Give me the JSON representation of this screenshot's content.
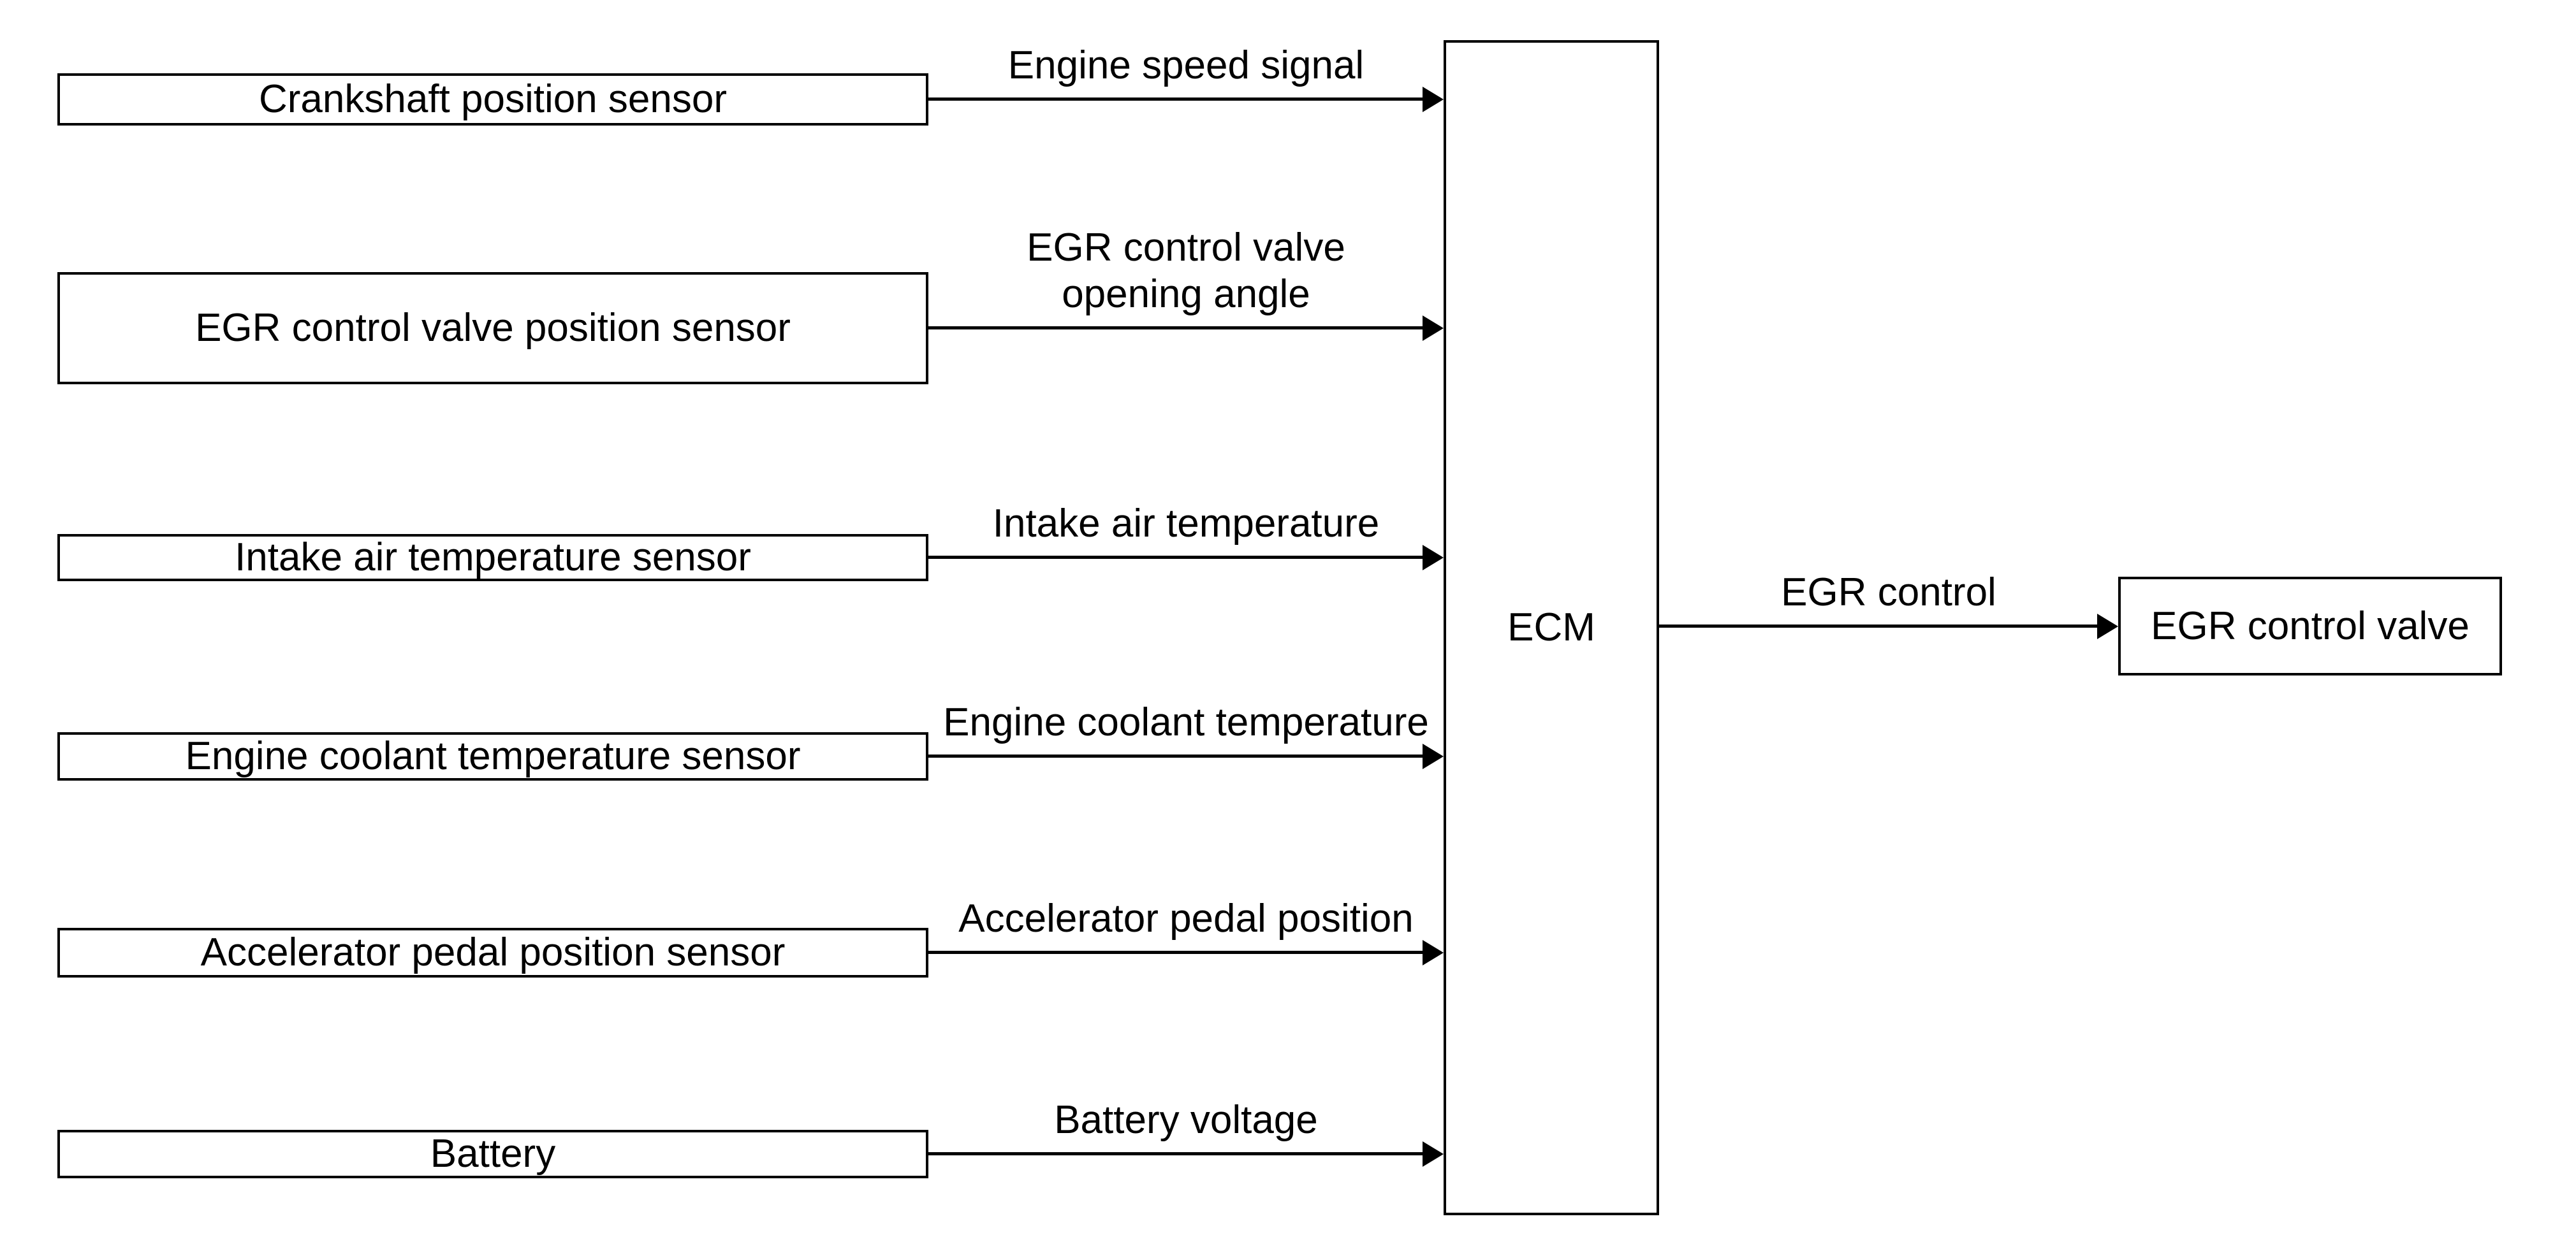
{
  "diagram": {
    "background_color": "#ffffff",
    "line_color": "#000000",
    "ecm": {
      "label": "ECM"
    },
    "inputs": [
      {
        "box": "Crankshaft position sensor",
        "signal": "Engine speed signal"
      },
      {
        "box": "EGR control valve position sensor",
        "signal": "EGR control valve\nopening angle"
      },
      {
        "box": "Intake air temperature sensor",
        "signal": "Intake air temperature"
      },
      {
        "box": "Engine coolant temperature sensor",
        "signal": "Engine coolant temperature"
      },
      {
        "box": "Accelerator pedal position sensor",
        "signal": "Accelerator pedal position"
      },
      {
        "box": "Battery",
        "signal": "Battery voltage"
      }
    ],
    "output": {
      "box": "EGR control valve",
      "signal": "EGR control"
    }
  }
}
